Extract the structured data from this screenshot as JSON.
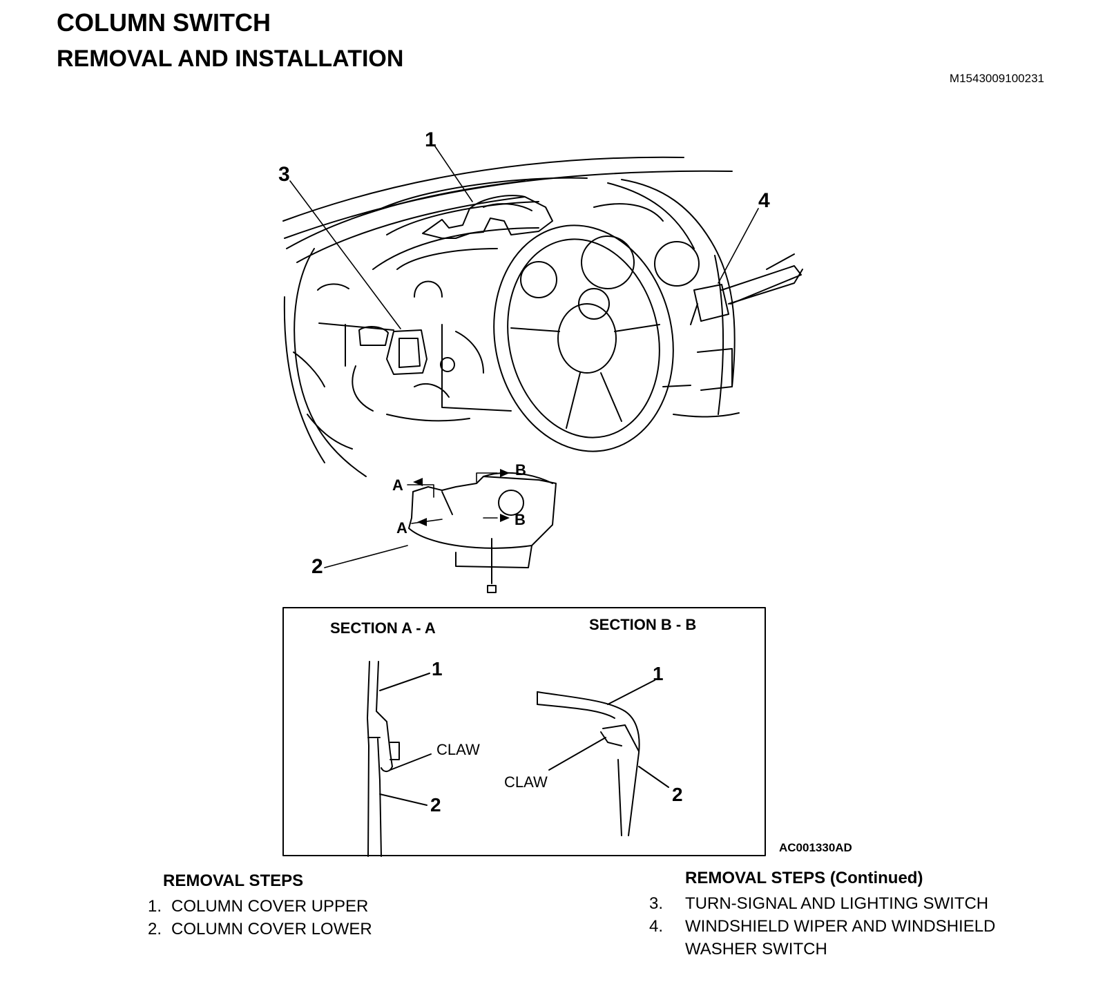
{
  "header": {
    "title": "COLUMN SWITCH",
    "subtitle": "REMOVAL AND INSTALLATION",
    "doc_id": "M1543009100231"
  },
  "figure": {
    "callouts": {
      "c1": "1",
      "c2": "2",
      "c3": "3",
      "c4": "4",
      "a_top": "A",
      "a_bottom": "A",
      "b_top": "B",
      "b_bottom": "B"
    },
    "section_a": {
      "title": "SECTION A - A",
      "label1": "1",
      "label2": "2",
      "claw": "CLAW"
    },
    "section_b": {
      "title": "SECTION B - B",
      "label1": "1",
      "label2": "2",
      "claw": "CLAW"
    },
    "figure_id": "AC001330AD"
  },
  "steps": {
    "left": {
      "heading": "REMOVAL STEPS",
      "items": [
        {
          "num": "1.",
          "text": "COLUMN COVER UPPER"
        },
        {
          "num": "2.",
          "text": "COLUMN COVER LOWER"
        }
      ]
    },
    "right": {
      "heading": "REMOVAL STEPS (Continued)",
      "items": [
        {
          "num": "3.",
          "text": "TURN-SIGNAL AND LIGHTING SWITCH"
        },
        {
          "num": "4.",
          "text": "WINDSHIELD WIPER AND WINDSHIELD",
          "text2": "WASHER SWITCH"
        }
      ]
    }
  }
}
